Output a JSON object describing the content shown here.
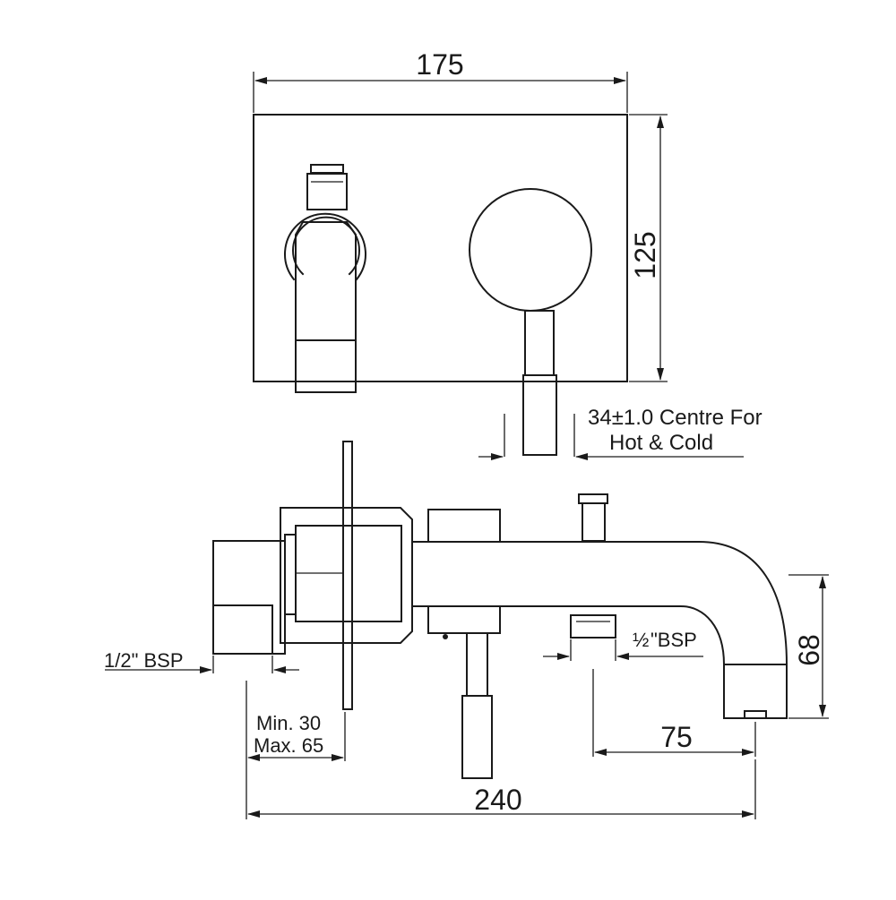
{
  "dimensions": {
    "plate_width": "175",
    "plate_height": "125",
    "centre_label_line1": "34±1.0 Centre For",
    "centre_label_line2": "Hot & Cold",
    "inlet_bsp": "1/2\" BSP",
    "outlet_bsp_frac": "½",
    "outlet_bsp_text": "\"BSP",
    "wall_depth_min": "Min. 30",
    "wall_depth_max": "Max. 65",
    "spout_height": "68",
    "spout_offset": "75",
    "total_length": "240"
  },
  "colors": {
    "line": "#1a1a1a",
    "background": "#ffffff"
  }
}
